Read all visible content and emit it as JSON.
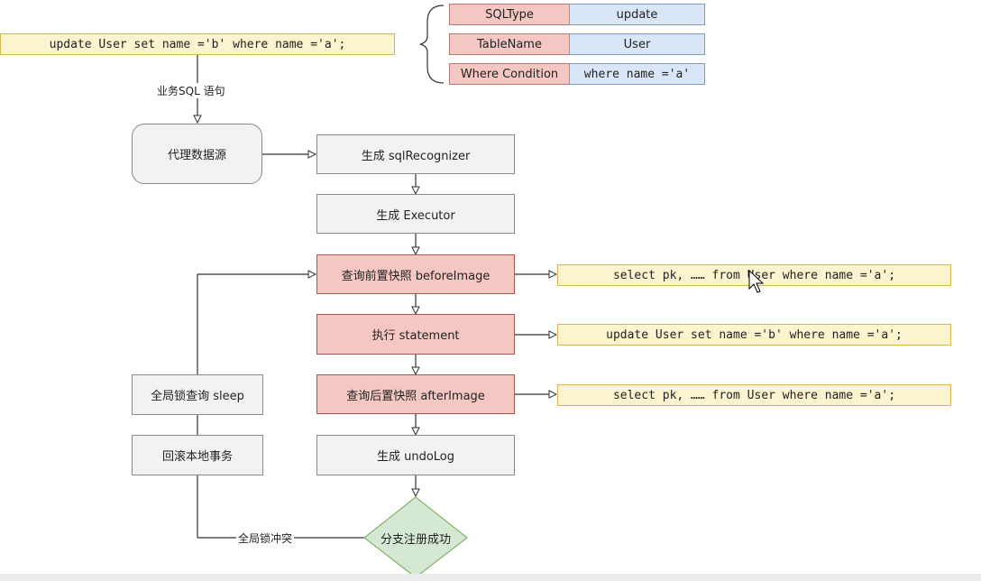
{
  "sql_top": "update User set name ='b' where name ='a';",
  "edge_label_sql": "业务SQL 语句",
  "proxy_datasource": "代理数据源",
  "steps": {
    "gen_recognizer": "生成 sqlRecognizer",
    "gen_executor": "生成 Executor",
    "before_image": "查询前置快照 beforeImage",
    "exec_statement": "执行 statement",
    "after_image": "查询后置快照 afterImage",
    "gen_undolog": "生成 undoLog",
    "branch_register": "分支注册成功"
  },
  "side_sql": {
    "before": "select pk, …… from User where name ='a';",
    "exec": "update User set name ='b' where name ='a';",
    "after": "select pk, …… from User where name ='a';"
  },
  "left_branch": {
    "global_lock_query": "全局锁查询 sleep",
    "rollback_local": "回滚本地事务",
    "lock_conflict": "全局锁冲突"
  },
  "recognizer_table": [
    {
      "key": "SQLType",
      "value": "update"
    },
    {
      "key": "TableName",
      "value": "User"
    },
    {
      "key": "Where Condition",
      "value": "where name ='a'"
    }
  ],
  "colors": {
    "gray_fill": "#f2f2f2",
    "red_fill": "#f4c7c3",
    "yellow_fill": "#fcf3cf",
    "blue_fill": "#d9e6f7",
    "green_fill": "#d5e8d4"
  }
}
